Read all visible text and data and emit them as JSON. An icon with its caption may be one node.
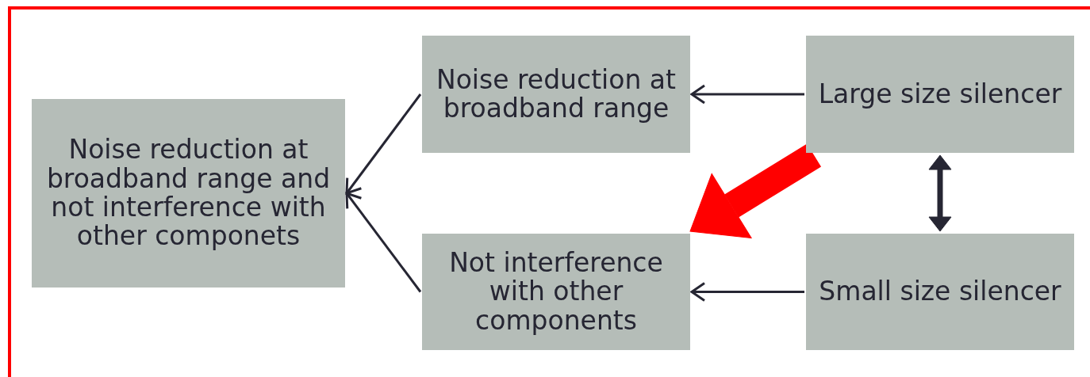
{
  "diagram": {
    "nodes": [
      {
        "text": [
          "Noise reduction at broadband range and not interference with other componets"
        ]
      },
      {
        "text": [
          "Noise reduction at broadband range"
        ]
      },
      {
        "text": [
          "Large size silencer"
        ]
      },
      {
        "text": [
          "Not interference with other components"
        ]
      },
      {
        "text": [
          "Small size silencer"
        ]
      }
    ],
    "edges": [
      {
        "from": 2,
        "to": 1,
        "arrow": "to"
      },
      {
        "from": 4,
        "to": 3,
        "arrow": "to"
      },
      {
        "from": 1,
        "to": 0,
        "arrow": "to"
      },
      {
        "from": 3,
        "to": 0,
        "arrow": "to"
      },
      {
        "from": 2,
        "to": 4,
        "arrow": "both",
        "style": "thick"
      },
      {
        "from": 2,
        "to": 3,
        "arrow": "to",
        "style": "thick",
        "color": "#ff0000"
      }
    ]
  }
}
